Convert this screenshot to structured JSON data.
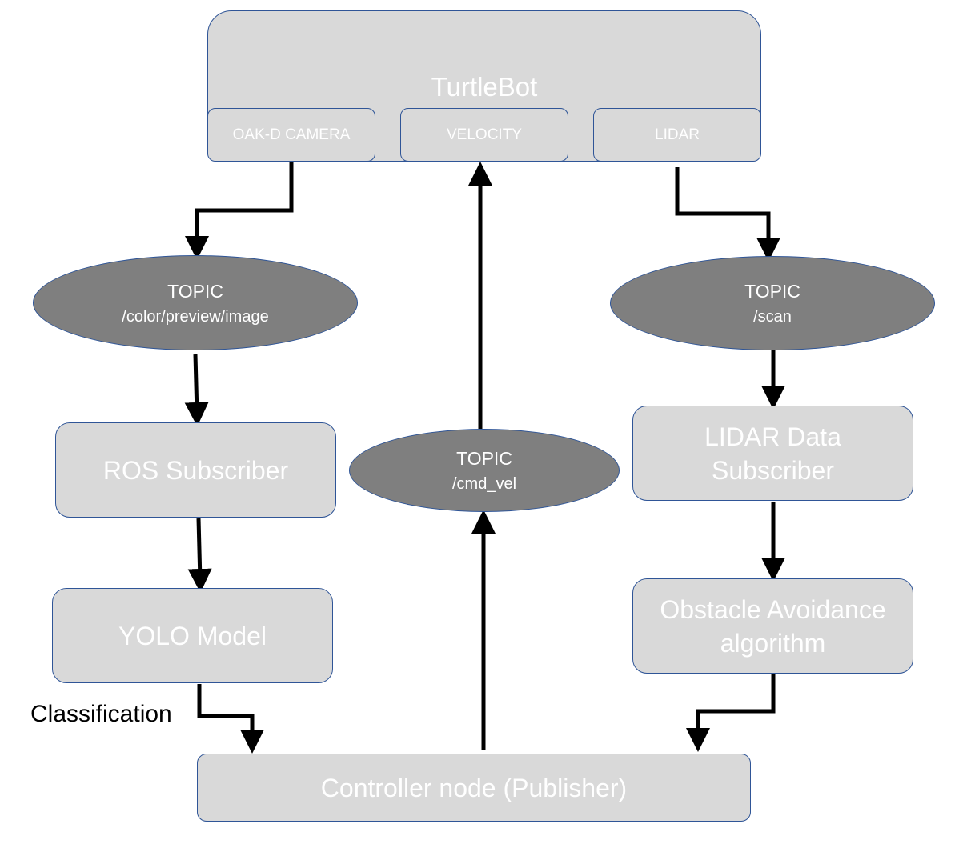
{
  "colors": {
    "box_fill": "#d9d9d9",
    "ellipse_fill": "#7f7f7f",
    "border": "#2f5597",
    "text": "#ffffff",
    "arrow": "#000000"
  },
  "turtlebot": {
    "title": "TurtleBot",
    "modules": [
      "OAK-D CAMERA",
      "VELOCITY",
      "LIDAR"
    ]
  },
  "topics": {
    "image": {
      "label": "TOPIC",
      "name": "/color/preview/image"
    },
    "scan": {
      "label": "TOPIC",
      "name": "/scan"
    },
    "cmd_vel": {
      "label": "TOPIC",
      "name": "/cmd_vel"
    }
  },
  "nodes": {
    "ros_subscriber": "ROS Subscriber",
    "yolo_model": "YOLO Model",
    "lidar_subscriber_line1": "LIDAR Data",
    "lidar_subscriber_line2": "Subscriber",
    "obstacle_line1": "Obstacle Avoidance",
    "obstacle_line2": "algorithm",
    "controller": "Controller node (Publisher)"
  },
  "edge_labels": {
    "classification": "Classification"
  }
}
